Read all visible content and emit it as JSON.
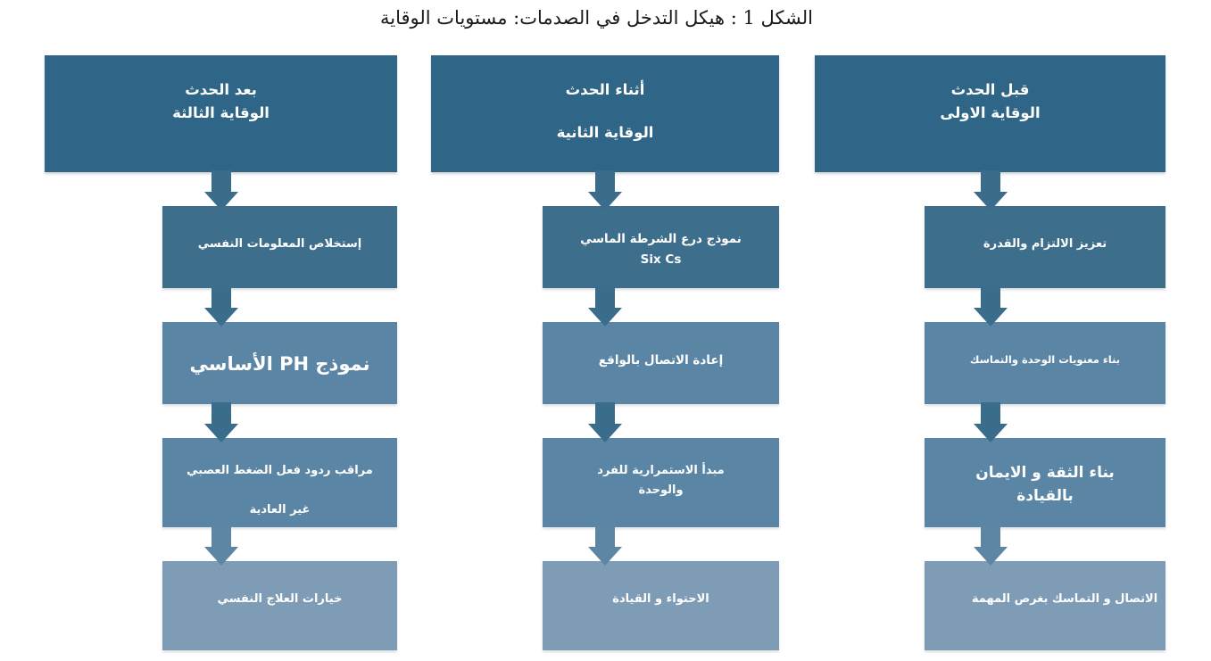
{
  "figure": {
    "title": "الشكل 1 : هيكل التدخل في الصدمات: مستويات الوقاية",
    "title_number": "1",
    "direction": "rtl",
    "colors": {
      "header_blue": "#2F6586",
      "node_dark": "#3D6E8C",
      "node_mid": "#5B85A5",
      "node_light": "#7F9CB6",
      "arrow_blue": "#3A6C8B",
      "text_white": "#FFFFFF",
      "title_text": "#1A1A1A",
      "background": "#FFFFFF"
    }
  },
  "columns": [
    {
      "id": "primary-prevention",
      "position": "right",
      "header": {
        "line1": "قبل الحدث",
        "line2": "الوقاية الاولى",
        "spaced": false
      },
      "nodes": [
        {
          "id": "node-r1",
          "tone": "dark",
          "bold": true,
          "font_size": 13,
          "height": 92,
          "lines": [
            "تعزيز الالتزام والقدرة"
          ]
        },
        {
          "id": "node-r2",
          "tone": "mid",
          "bold": true,
          "font_size": 11.5,
          "height": 92,
          "lines": [
            "بناء معنويات الوحدة والتماسك"
          ]
        },
        {
          "id": "node-r3",
          "tone": "mid",
          "bold": true,
          "font_size": 17,
          "height": 100,
          "lines": [
            "بناء الثقة و الايمان",
            "بالقيادة"
          ]
        },
        {
          "id": "node-r4",
          "tone": "light",
          "bold": true,
          "font_size": 13,
          "height": 100,
          "overflow": true,
          "lines": [
            "الاتصال و التماسك بغرص المهمة"
          ]
        }
      ]
    },
    {
      "id": "secondary-prevention",
      "position": "middle",
      "header": {
        "line1": "أثناء الحدث",
        "line2": "الوقاية الثانية",
        "spaced": true
      },
      "nodes": [
        {
          "id": "node-m1",
          "tone": "dark",
          "bold": true,
          "font_size": 13.5,
          "height": 92,
          "lines": [
            "نموذج درع الشرطة الماسي",
            "Six Cs"
          ]
        },
        {
          "id": "node-m2",
          "tone": "mid",
          "bold": true,
          "font_size": 13.5,
          "height": 92,
          "lines": [
            "إعادة الاتصال بالواقع"
          ]
        },
        {
          "id": "node-m3",
          "tone": "mid",
          "bold": true,
          "font_size": 13,
          "height": 100,
          "lines": [
            "مبدأ الاستمرارية للفرد",
            "والوحدة"
          ]
        },
        {
          "id": "node-m4",
          "tone": "light",
          "bold": true,
          "font_size": 13,
          "height": 100,
          "lines": [
            "الاحتواء و القيادة"
          ]
        }
      ]
    },
    {
      "id": "tertiary-prevention",
      "position": "left",
      "header": {
        "line1": "بعد الحدث",
        "line2": "الوقاية الثالثة",
        "spaced": false
      },
      "nodes": [
        {
          "id": "node-l1",
          "tone": "dark",
          "bold": true,
          "font_size": 13,
          "height": 92,
          "lines": [
            "إستخلاص المعلومات النفسي"
          ]
        },
        {
          "id": "node-l2",
          "tone": "mid",
          "bold": true,
          "font_size": 21,
          "height": 92,
          "lines": [
            "نموذج PH الأساسي"
          ]
        },
        {
          "id": "node-l3",
          "tone": "mid",
          "bold": true,
          "font_size": 13,
          "height": 100,
          "gap": 22,
          "lines": [
            "مراقب ردود فعل الضغط العصبي",
            "غير العادية"
          ]
        },
        {
          "id": "node-l4",
          "tone": "light",
          "bold": true,
          "font_size": 13,
          "height": 100,
          "lines": [
            "خيارات العلاج النفسي"
          ]
        }
      ]
    }
  ],
  "connectors": {
    "count_per_column": 4,
    "shape": "down-arrow"
  }
}
